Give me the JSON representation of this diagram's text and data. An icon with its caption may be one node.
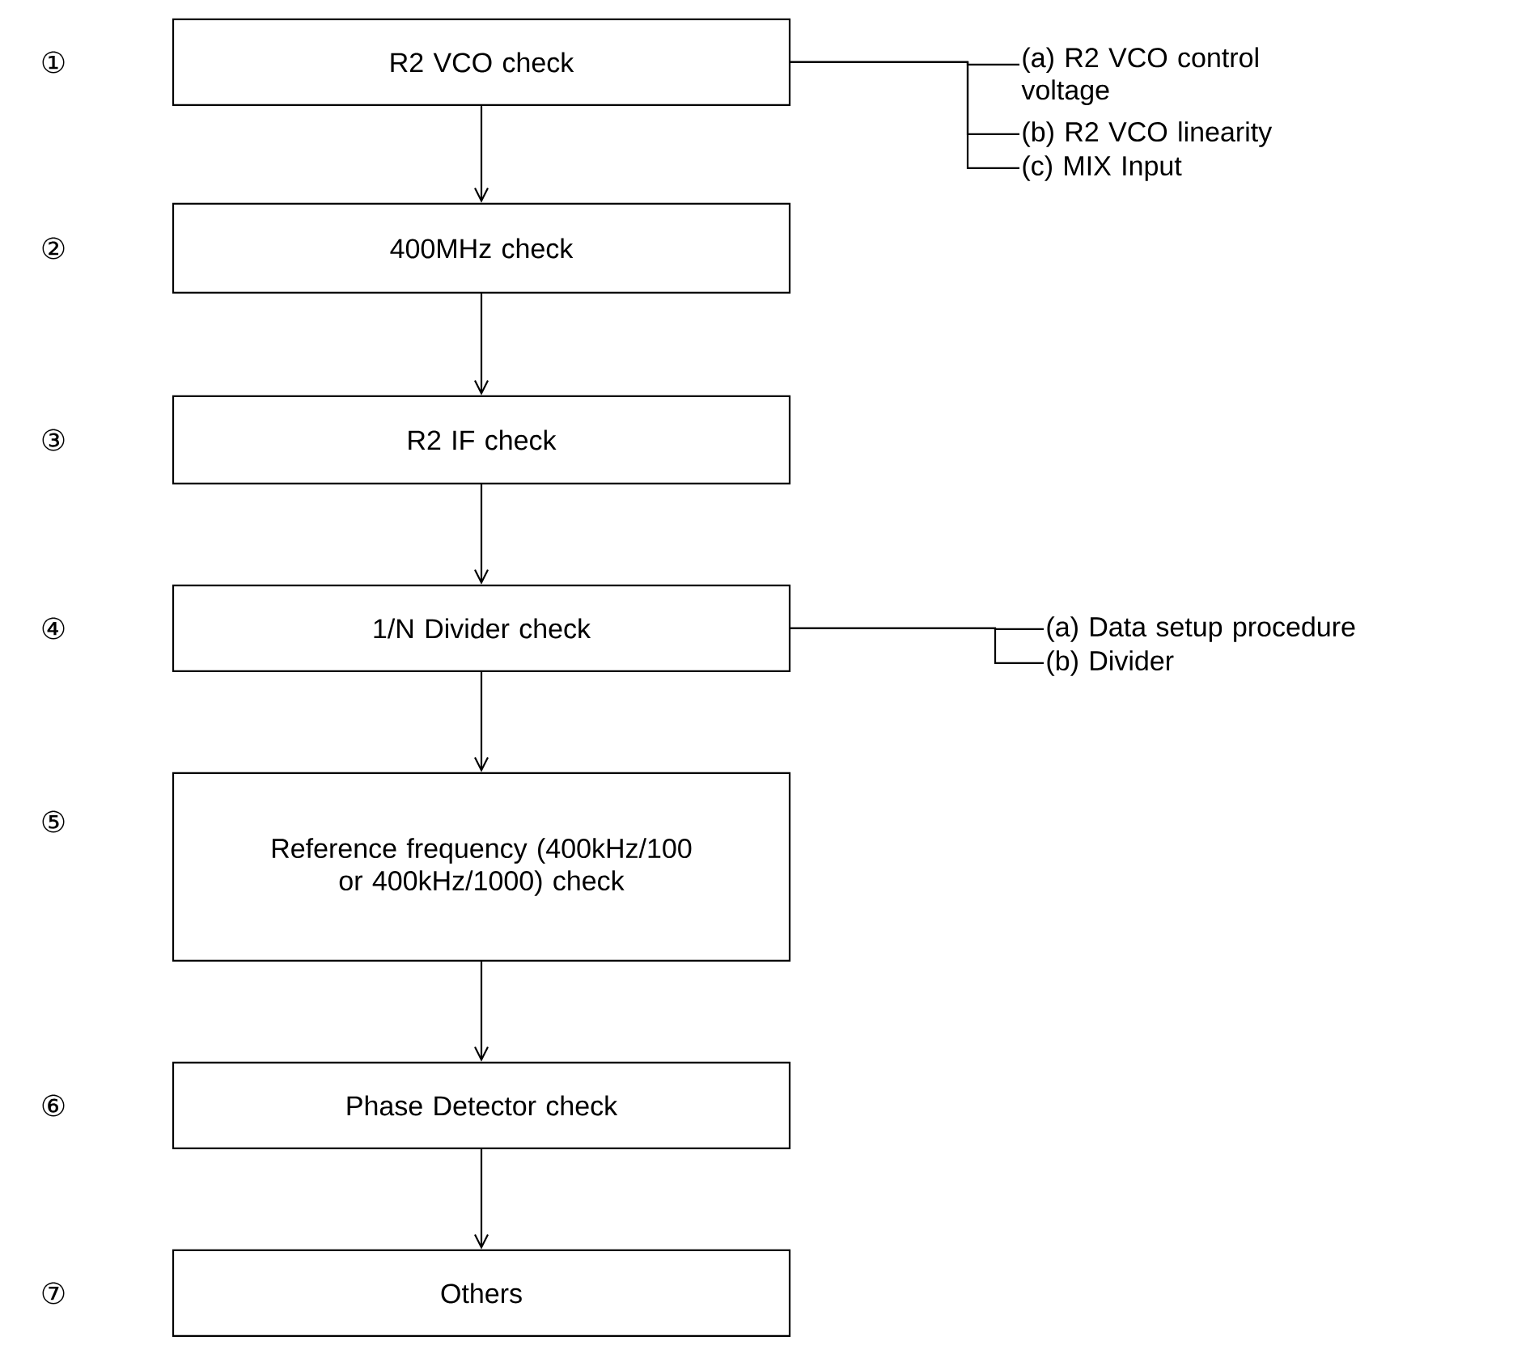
{
  "diagram": {
    "nodes": [
      {
        "text": [
          "R2 VCO check"
        ],
        "beside": [
          "①"
        ]
      },
      {
        "text": [
          "400MHz check"
        ],
        "beside": [
          "②"
        ]
      },
      {
        "text": [
          "R2 IF check"
        ],
        "beside": [
          "③"
        ]
      },
      {
        "text": [
          "1/N Divider check"
        ],
        "beside": [
          "④"
        ]
      },
      {
        "text": [
          "Reference frequency (400kHz/100 or 400kHz/1000) check"
        ],
        "beside": [
          "⑤"
        ]
      },
      {
        "text": [
          "Phase Detector check"
        ],
        "beside": [
          "⑥"
        ]
      },
      {
        "text": [
          "Others"
        ],
        "beside": [
          "⑦"
        ]
      },
      {
        "text": [
          "(a) R2 VCO control voltage"
        ]
      },
      {
        "text": [
          "(b) R2 VCO linearity"
        ]
      },
      {
        "text": [
          "(c) MIX Input"
        ]
      },
      {
        "text": [
          "(a) Data setup procedure"
        ]
      },
      {
        "text": [
          "(b) Divider"
        ]
      }
    ],
    "edges": [
      {
        "from": 0,
        "to": 1,
        "arrow": "to"
      },
      {
        "from": 1,
        "to": 2,
        "arrow": "to"
      },
      {
        "from": 2,
        "to": 3,
        "arrow": "to"
      },
      {
        "from": 3,
        "to": 4,
        "arrow": "to"
      },
      {
        "from": 4,
        "to": 5,
        "arrow": "to"
      },
      {
        "from": 5,
        "to": 6,
        "arrow": "to"
      },
      {
        "from": 0,
        "to": 7,
        "arrow": "none"
      },
      {
        "from": 0,
        "to": 8,
        "arrow": "none"
      },
      {
        "from": 0,
        "to": 9,
        "arrow": "none"
      },
      {
        "from": 3,
        "to": 10,
        "arrow": "none"
      },
      {
        "from": 3,
        "to": 11,
        "arrow": "none"
      }
    ]
  }
}
